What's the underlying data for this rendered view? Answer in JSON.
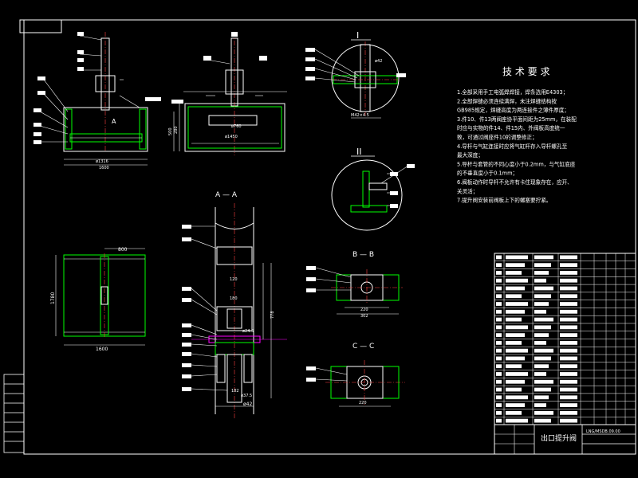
{
  "drawing": {
    "title_block": {
      "title": "出口提升阀",
      "drawing_no": "LNG/MSDB.09.00"
    },
    "tech_requirements": {
      "heading": "技 术 要 求",
      "items": [
        "1.全部采用手工电弧焊焊接，焊条选用E4303；",
        "2.全部焊缝必须连续满焊，未注焊缝结构按",
        "  GB985规定，焊缝高度为两连接件之薄件厚度；",
        "3.件10、件13两阀座协平面间距为25mm，在装配",
        "  时应与实物的件14、件15内、外阀板高度统一",
        "  致，可通过阀座件10的调整修正；",
        "4.导杆与气缸连接时应将气缸杆存入导杆螺孔至",
        "  最大深度；",
        "5.导杆与套管的不同心度小于0.2mm，与气缸底座",
        "  的不垂直度小于0.1mm；",
        "6.阀板动作时导杆不允许有卡住现象存在，应开、",
        "  关灵活；",
        "7.提升阀安装前阀板上下的螺塞要拧紧。"
      ]
    },
    "sections": {
      "section_AA": "A — A",
      "section_BB": "B — B",
      "section_CC": "C — C",
      "detail_I": "I",
      "detail_II": "II",
      "arrow_A": "A"
    },
    "dimensions": {
      "front_width": "ø1316",
      "front_width2": "1600",
      "side_dim_280": "280",
      "side_dim_500": "500",
      "side_inner": "ø760",
      "side_width": "ø1450",
      "plan_width": "1600",
      "plan_height": "1780",
      "plan_top": "800",
      "aa_120": "120",
      "aa_180": "180",
      "aa_778": "778",
      "aa_d24": "ø24.5",
      "aa_d42": "ø42",
      "aa_d37": "ø37.5",
      "aa_182": "182",
      "bb_w1": "220",
      "bb_w2": "302",
      "cc_w": "220",
      "det_I_d42": "ø42",
      "det_I_m": "M42×4.5"
    }
  }
}
